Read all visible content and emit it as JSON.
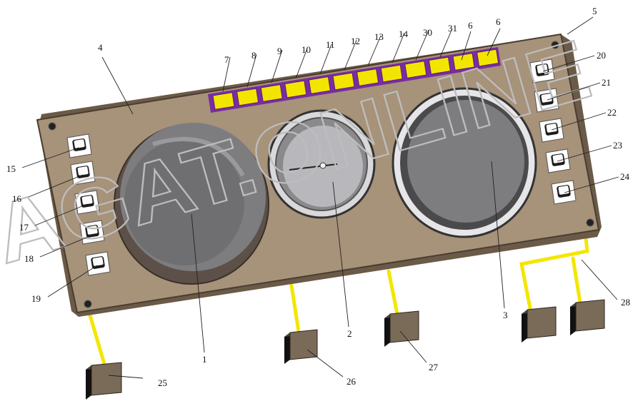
{
  "diagram": {
    "watermark": "AGAT.ONLINE",
    "colors": {
      "panel": "#a7927a",
      "panel_edge": "#4a3d30",
      "indicator": "#f2e600",
      "indicator_frame": "#7a2ca0",
      "button_face": "#ffffff",
      "harness": "#f3e600",
      "connector": "#7a6a58",
      "gauge_dark": "#7d7d80",
      "gauge_glass": "#b8b8bc",
      "leader": "#222222"
    },
    "callouts": [
      {
        "id": "c1",
        "label": "1"
      },
      {
        "id": "c2",
        "label": "2"
      },
      {
        "id": "c3",
        "label": "3"
      },
      {
        "id": "c4",
        "label": "4"
      },
      {
        "id": "c5",
        "label": "5"
      },
      {
        "id": "c6a",
        "label": "6"
      },
      {
        "id": "c6b",
        "label": "6"
      },
      {
        "id": "c7",
        "label": "7"
      },
      {
        "id": "c8",
        "label": "8"
      },
      {
        "id": "c9",
        "label": "9"
      },
      {
        "id": "c10",
        "label": "10"
      },
      {
        "id": "c11",
        "label": "11"
      },
      {
        "id": "c12",
        "label": "12"
      },
      {
        "id": "c13",
        "label": "13"
      },
      {
        "id": "c14",
        "label": "14"
      },
      {
        "id": "c30",
        "label": "30"
      },
      {
        "id": "c31",
        "label": "31"
      },
      {
        "id": "c15",
        "label": "15"
      },
      {
        "id": "c16",
        "label": "16"
      },
      {
        "id": "c17",
        "label": "17"
      },
      {
        "id": "c18",
        "label": "18"
      },
      {
        "id": "c19",
        "label": "19"
      },
      {
        "id": "c20",
        "label": "20"
      },
      {
        "id": "c21",
        "label": "21"
      },
      {
        "id": "c22",
        "label": "22"
      },
      {
        "id": "c23",
        "label": "23"
      },
      {
        "id": "c24",
        "label": "24"
      },
      {
        "id": "c25",
        "label": "25"
      },
      {
        "id": "c26",
        "label": "26"
      },
      {
        "id": "c27",
        "label": "27"
      },
      {
        "id": "c28",
        "label": "28"
      }
    ]
  }
}
